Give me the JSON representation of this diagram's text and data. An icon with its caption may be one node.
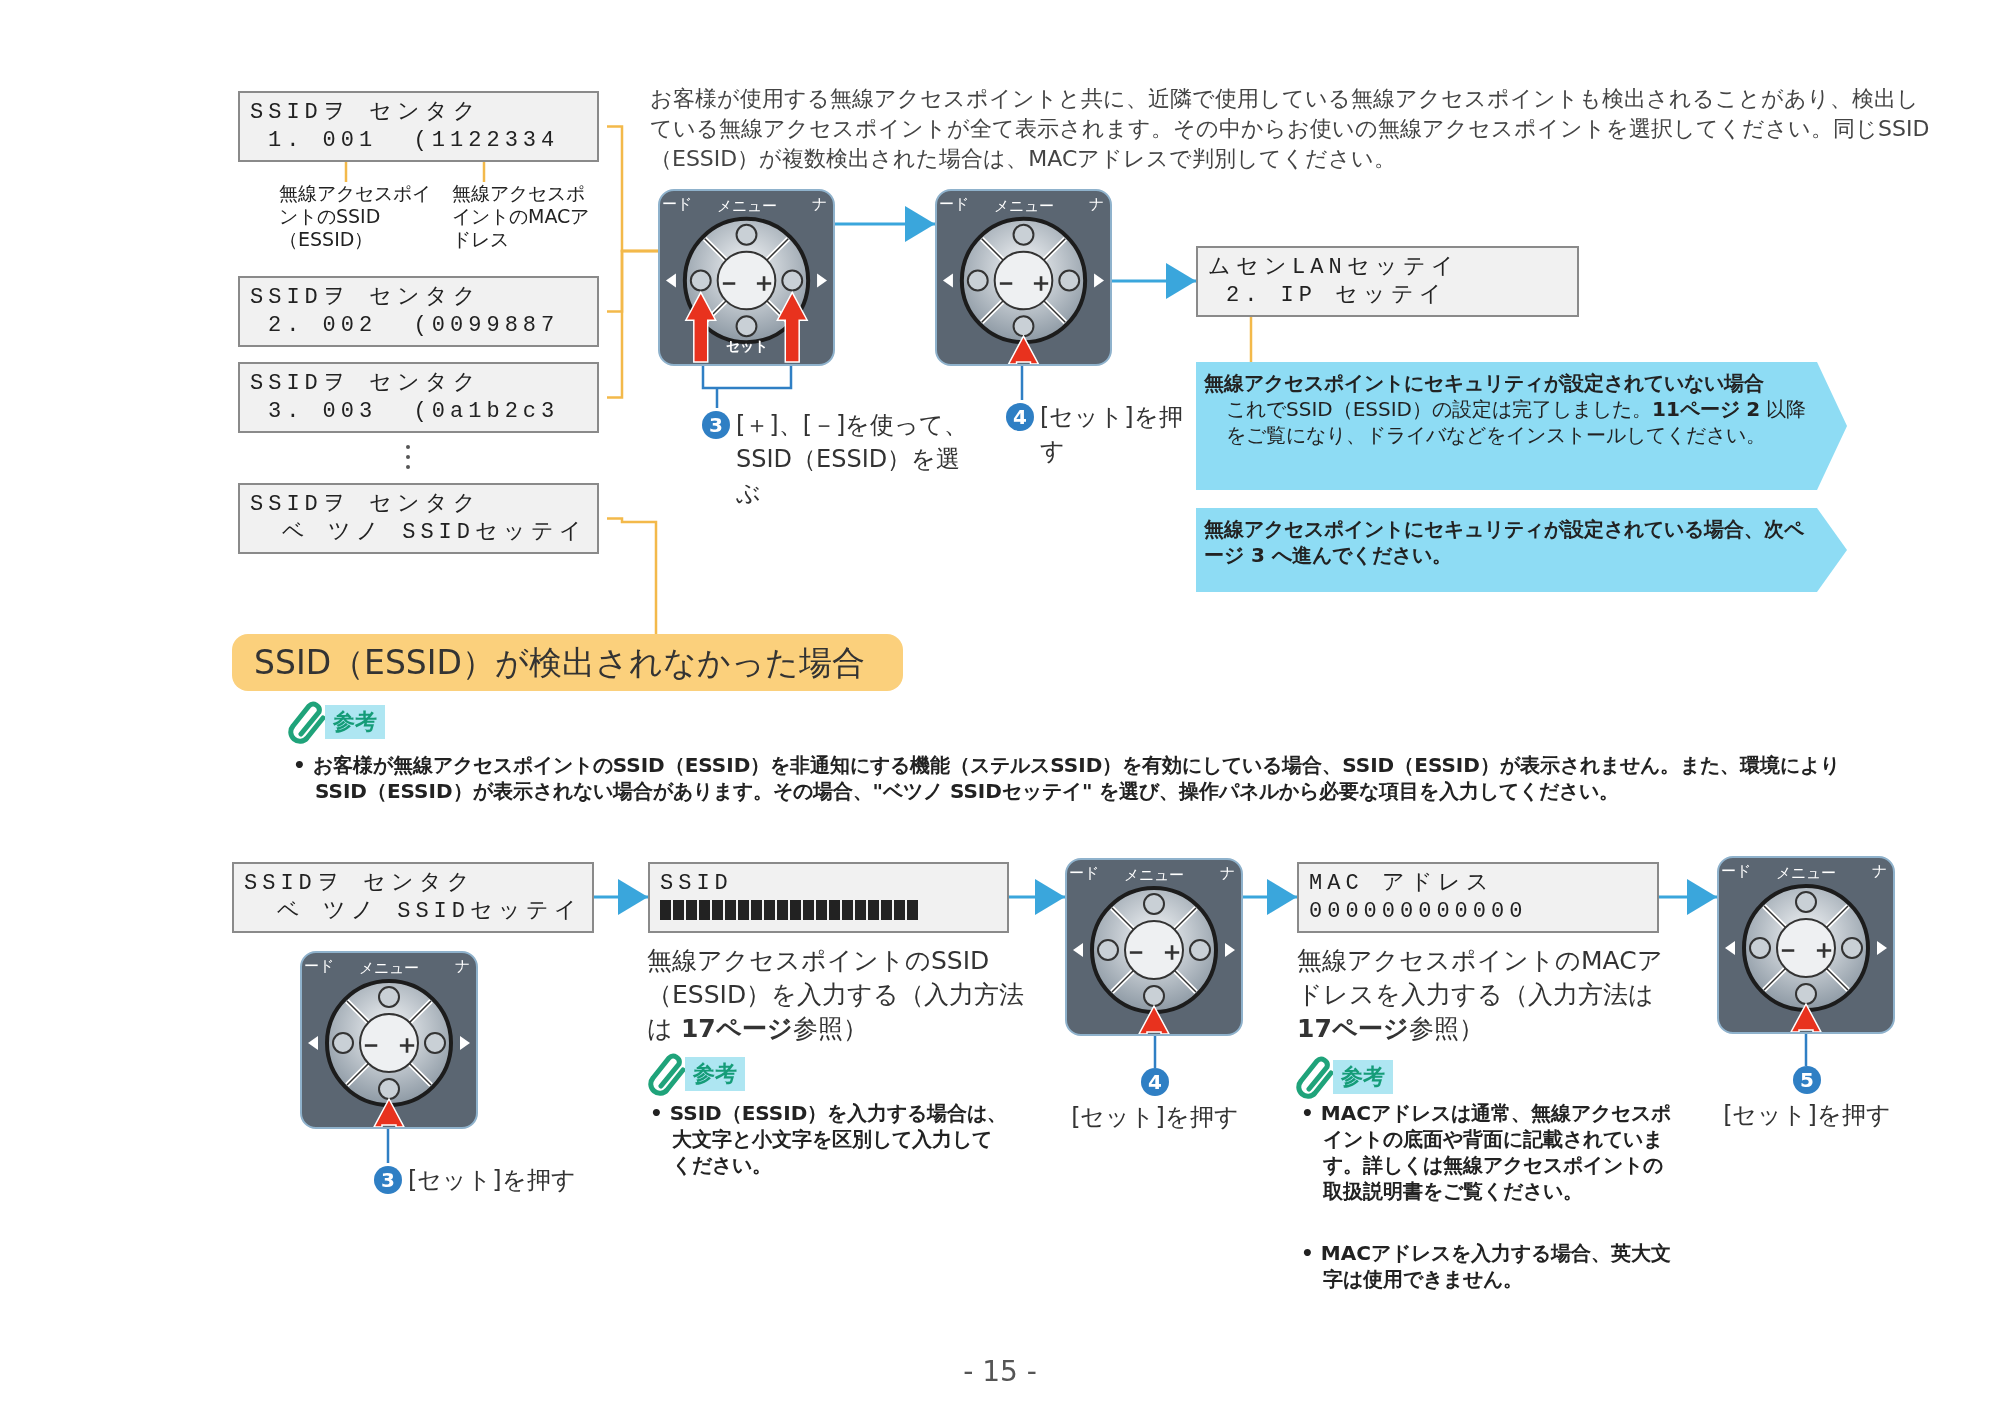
{
  "diagram": {
    "nodes": [
      {
        "text": [
          "SSIDヲ センタク",
          "1. 001  (1122334"
        ]
      },
      {
        "text": [
          "無線アクセスポイントのSSID（ESSID）"
        ]
      },
      {
        "text": [
          "無線アクセスポイントのMACアドレス"
        ]
      },
      {
        "text": [
          "SSIDヲ センタク",
          "2. 002  (0099887"
        ]
      },
      {
        "text": [
          "SSIDヲ センタク",
          "3. 003  (0a1b2c3"
        ]
      },
      {
        "text": [
          "SSIDヲ センタク",
          "ベ ツノ SSIDセッテイ"
        ]
      },
      {
        "text": [
          "ード",
          "メニュー",
          "ナ",
          "－ ＋",
          "セット"
        ]
      },
      {
        "text": [
          "3",
          "[＋]、[－]を使って、SSID（ESSID）を選ぶ"
        ]
      },
      {
        "text": [
          "ード",
          "メニュー",
          "ナ",
          "－ ＋"
        ]
      },
      {
        "text": [
          "4",
          "[セット]を押す"
        ]
      },
      {
        "text": [
          "ムセンLANセッテイ",
          "2. IP セッテイ"
        ]
      },
      {
        "text": [
          "無線アクセスポイントにセキュリティが設定されていない場合",
          "これでSSID（ESSID）の設定は完了しました。**11ページ** **2** 以降をご覧になり、ドライバなどをインストールしてください。"
        ]
      },
      {
        "text": [
          "無線アクセスポイントにセキュリティが設定されている場合、次ページ 3 へ進んでください。"
        ]
      },
      {
        "text": [
          "SSID（ESSID）が検出されなかった場合"
        ]
      },
      {
        "text": [
          "SSIDヲ センタク",
          "ベ ツノ SSIDセッテイ"
        ]
      },
      {
        "text": [
          "ード",
          "メニュー",
          "ナ",
          "－ ＋"
        ]
      },
      {
        "text": [
          "3",
          "[セット]を押す"
        ]
      },
      {
        "text": [
          "SSID"
        ],
        "beside": [
          "無線アクセスポイントのSSID（ESSID）を入力する（入力方法は **17ページ**参照）"
        ]
      },
      {
        "text": [
          "ード",
          "メニュー",
          "ナ",
          "－ ＋"
        ]
      },
      {
        "text": [
          "4",
          "[セット]を押す"
        ]
      },
      {
        "text": [
          "MAC アドレス",
          "000000000000"
        ],
        "beside": [
          "無線アクセスポイントのMACアドレスを入力する（入力方法は **17ページ**参照）"
        ]
      },
      {
        "text": [
          "ード",
          "メニュー",
          "ナ",
          "－ ＋"
        ]
      },
      {
        "text": [
          "5",
          "[セット]を押す"
        ]
      }
    ],
    "edges": [
      {
        "from": 1,
        "to": 0,
        "arrow": "none"
      },
      {
        "from": 2,
        "to": 0,
        "arrow": "none"
      },
      {
        "from": 0,
        "to": 6,
        "arrow": "none"
      },
      {
        "from": 3,
        "to": 6,
        "arrow": "none"
      },
      {
        "from": 4,
        "to": 6,
        "arrow": "none"
      },
      {
        "from": 5,
        "to": 13,
        "arrow": "none"
      },
      {
        "from": 7,
        "to": 6,
        "arrow": "none",
        "color": "#2f7fc4"
      },
      {
        "from": 6,
        "to": 8,
        "arrow": "to",
        "color": "#3aa6dc"
      },
      {
        "from": 9,
        "to": 8,
        "arrow": "none",
        "color": "#2f7fc4"
      },
      {
        "from": 8,
        "to": 10,
        "arrow": "to",
        "color": "#3aa6dc"
      },
      {
        "from": 10,
        "to": 11,
        "arrow": "none"
      },
      {
        "from": 14,
        "to": 17,
        "arrow": "to",
        "color": "#3aa6dc"
      },
      {
        "from": 16,
        "to": 15,
        "arrow": "none",
        "color": "#2f7fc4"
      },
      {
        "from": 17,
        "to": 18,
        "arrow": "to",
        "color": "#3aa6dc"
      },
      {
        "from": 19,
        "to": 18,
        "arrow": "none",
        "color": "#2f7fc4"
      },
      {
        "from": 18,
        "to": 20,
        "arrow": "to",
        "color": "#3aa6dc"
      },
      {
        "from": 20,
        "to": 21,
        "arrow": "to",
        "color": "#3aa6dc"
      },
      {
        "from": 22,
        "to": 21,
        "arrow": "none",
        "color": "#2f7fc4"
      }
    ],
    "labels": [
      "お客様が使用する無線アクセスポイントと共に、近隣で使用している無線アクセスポイントも検出されることがあり、検出している無線アクセスポイントが全て表示されます。その中からお使いの無線アクセスポイントを選択してください。同じSSID（ESSID）が複数検出された場合は、MACアドレスで判別してください。",
      "参考",
      "• お客様が無線アクセスポイントのSSID（ESSID）を非通知にする機能（ステルスSSID）を有効にしている場合、SSID（ESSID）が表示されません。また、環境によりSSID（ESSID）が表示されない場合があります。その場合、\"ベツノ SSIDセッテイ\" を選び、操作パネルから必要な項目を入力してください。",
      "参考",
      "• SSID（ESSID）を入力する場合は、大文字と小文字を区別して入力してください。",
      "参考",
      "• MACアドレスは通常、無線アクセスポイントの底面や背面に記載されています。詳しくは無線アクセスポイントの取扱説明書をご覧ください。",
      "• MACアドレスを入力する場合、英大文字は使用できません。",
      "- 15 -"
    ]
  }
}
